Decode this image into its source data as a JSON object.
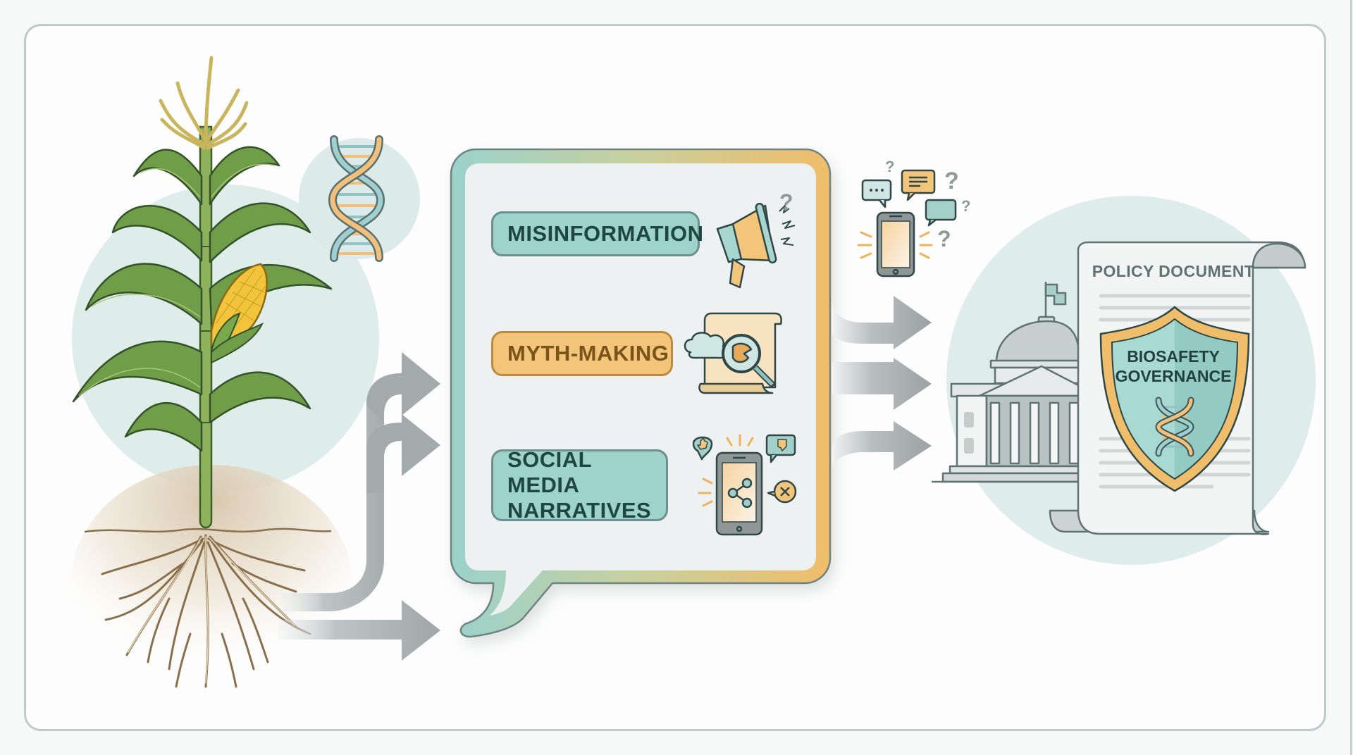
{
  "diagram": {
    "description": "Flow from a genetically modified maize plant through public discourse to policy",
    "source": {
      "plant": "maize-plant",
      "symbol": "dna-double-helix"
    },
    "discourse_bubble": {
      "items": [
        {
          "label": "MISINFORMATION",
          "icon": "megaphone-icon",
          "color": "#9ed3cc"
        },
        {
          "label": "MYTH-MAKING",
          "icon": "scroll-magnifier-icon",
          "color": "#f2c57a"
        },
        {
          "label_line1": "SOCIAL MEDIA",
          "label_line2": "NARRATIVES",
          "icon": "smartphone-share-icon",
          "color": "#9ed3cc"
        }
      ]
    },
    "public_reaction": {
      "icon": "smartphone-chat-questions-icon"
    },
    "destination": {
      "building": "government-capitol-building",
      "document_title": "POLICY DOCUMENT",
      "shield_line1": "BIOSAFETY",
      "shield_line2": "GOVERNANCE"
    },
    "colors": {
      "teal": "#9ed3cc",
      "amber": "#f2c57a",
      "arrow_gray": "#a3abad",
      "circle_bg": "#dcebea",
      "leaf_green": "#6b9a45",
      "frame": "#bccaca"
    }
  }
}
